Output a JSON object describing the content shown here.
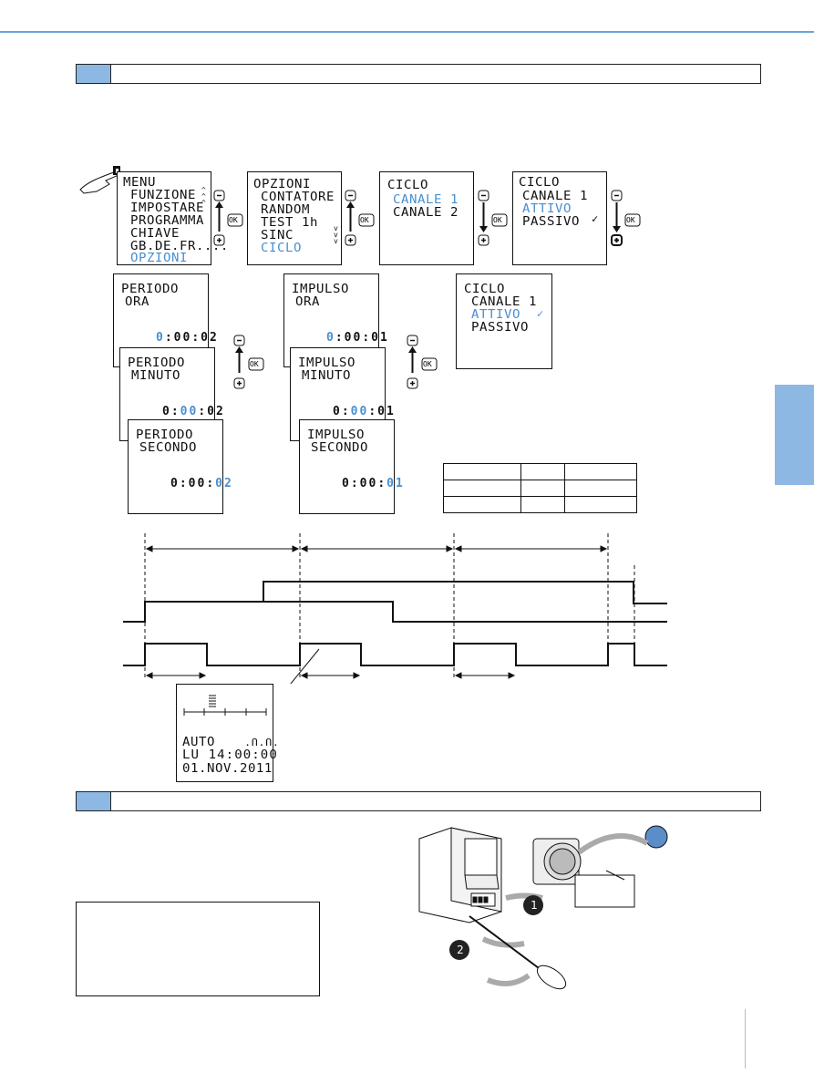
{
  "menu_screen": {
    "title": "MENU",
    "items": [
      "FUNZIONE",
      "IMPOSTARE",
      "PROGRAMMA",
      "CHIAVE",
      "GB.DE.FR....",
      "OPZIONI"
    ]
  },
  "opzioni_screen": {
    "title": "OPZIONI",
    "items": [
      "CONTATORE",
      "RANDOM",
      "TEST 1h",
      "SINC",
      "CICLO"
    ]
  },
  "ciclo_screen_1": {
    "title": "CICLO",
    "items": [
      "CANALE 1",
      "CANALE 2"
    ]
  },
  "ciclo_screen_2": {
    "title": "CICLO",
    "items": [
      "CANALE 1",
      "ATTIVO",
      "PASSIVO"
    ],
    "check": "✓"
  },
  "ciclo_screen_3": {
    "title": "CICLO",
    "items": [
      "CANALE 1",
      "ATTIVO",
      "PASSIVO"
    ],
    "check": "✓"
  },
  "periodo_ora": {
    "title": "PERIODO",
    "sub": "ORA",
    "hh": "0",
    "mm": "00",
    "ss": "02"
  },
  "periodo_minuto": {
    "title": "PERIODO",
    "sub": "MINUTO",
    "hh": "0",
    "mm": "00",
    "ss": "02"
  },
  "periodo_secondo": {
    "title": "PERIODO",
    "sub": "SECONDO",
    "hh": "0",
    "mm": "00",
    "ss": "02"
  },
  "impulso_ora": {
    "title": "IMPULSO",
    "sub": "ORA",
    "hh": "0",
    "mm": "00",
    "ss": "01"
  },
  "impulso_minuto": {
    "title": "IMPULSO",
    "sub": "MINUTO",
    "hh": "0",
    "mm": "00",
    "ss": "01"
  },
  "impulso_secondo": {
    "title": "IMPULSO",
    "sub": "SECONDO",
    "hh": "0",
    "mm": "00",
    "ss": "01"
  },
  "buttons": {
    "ok": "OK",
    "minus": "−",
    "plus": "+"
  },
  "status_display": {
    "mode": "AUTO",
    "symbol": ".Ո.Ո.",
    "time_line": "LU 14:00:00",
    "date_line": "01.NOV.2011"
  },
  "steps": [
    "1",
    "2"
  ],
  "colors": {
    "accent": "#4a8fd0",
    "tab": "#8cb8e3"
  }
}
